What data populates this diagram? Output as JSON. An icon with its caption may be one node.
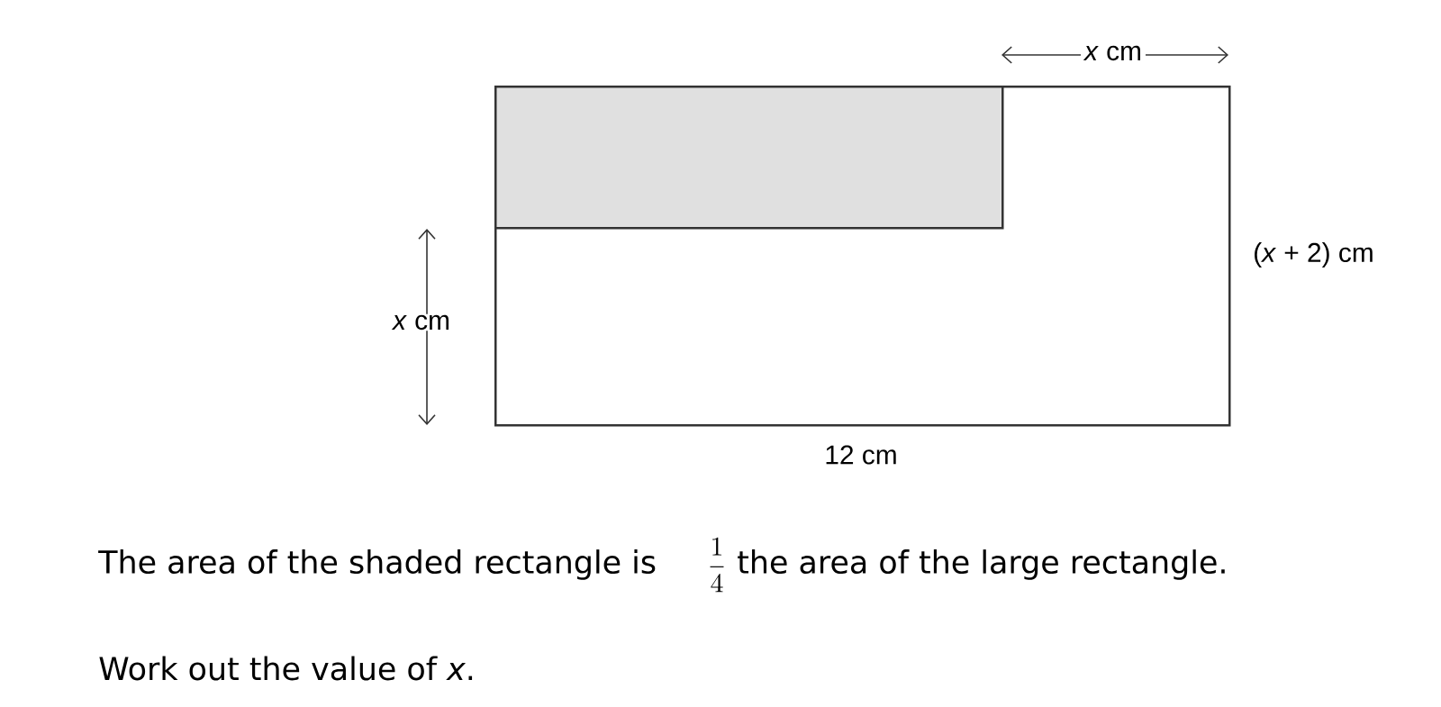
{
  "diagram": {
    "nodes": [
      {
        "text": [],
        "shape": "box"
      },
      {
        "text": [],
        "shape": "box",
        "in": 0
      }
    ],
    "labels": [
      "*x* cm",
      "(*x* + 2) cm",
      "*x* cm",
      "12 cm",
      "The area of the shaded rectangle is",
      "\\frac{1}{4}",
      "the area of the large rectangle.",
      "Work out the value of *x*."
    ]
  }
}
